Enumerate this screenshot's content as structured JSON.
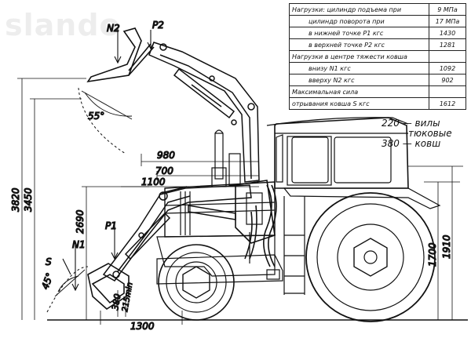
{
  "watermark": "slando",
  "table": {
    "rows": [
      {
        "label": "Нагрузки: цилиндр подъема при",
        "value": "9 МПа"
      },
      {
        "label": "цилиндр поворота при",
        "value": "17 МПа"
      },
      {
        "label": "в нижней точке P1    кгс",
        "value": "1430"
      },
      {
        "label": "в верхней точке P2   кгс",
        "value": "1281"
      },
      {
        "label": "Нагрузки в центре тяжести ковша",
        "value": ""
      },
      {
        "label": "внизу N1      кгс",
        "value": "1092"
      },
      {
        "label": "вверху N2     кгс",
        "value": "902"
      },
      {
        "label": "Максимальная сила",
        "value": ""
      },
      {
        "label": "отрывания ковша S    кгс",
        "value": "1612"
      }
    ]
  },
  "notes": {
    "line1": "220 — вилы",
    "line2": "тюковые",
    "line3": "380 — ковш"
  },
  "labels": {
    "N2": "N2",
    "P2": "P2",
    "N1": "N1",
    "P1": "P1",
    "S": "S",
    "angle_top": "55°",
    "angle_bottom": "45°"
  },
  "dimensions": {
    "d3820": "3820",
    "d3450": "3450",
    "d2690": "2690",
    "d980": "980",
    "d700": "700",
    "d1100": "1100",
    "d1300": "1300",
    "d380": "380",
    "d215": "215min",
    "d1700": "1700",
    "d1910": "1910"
  }
}
